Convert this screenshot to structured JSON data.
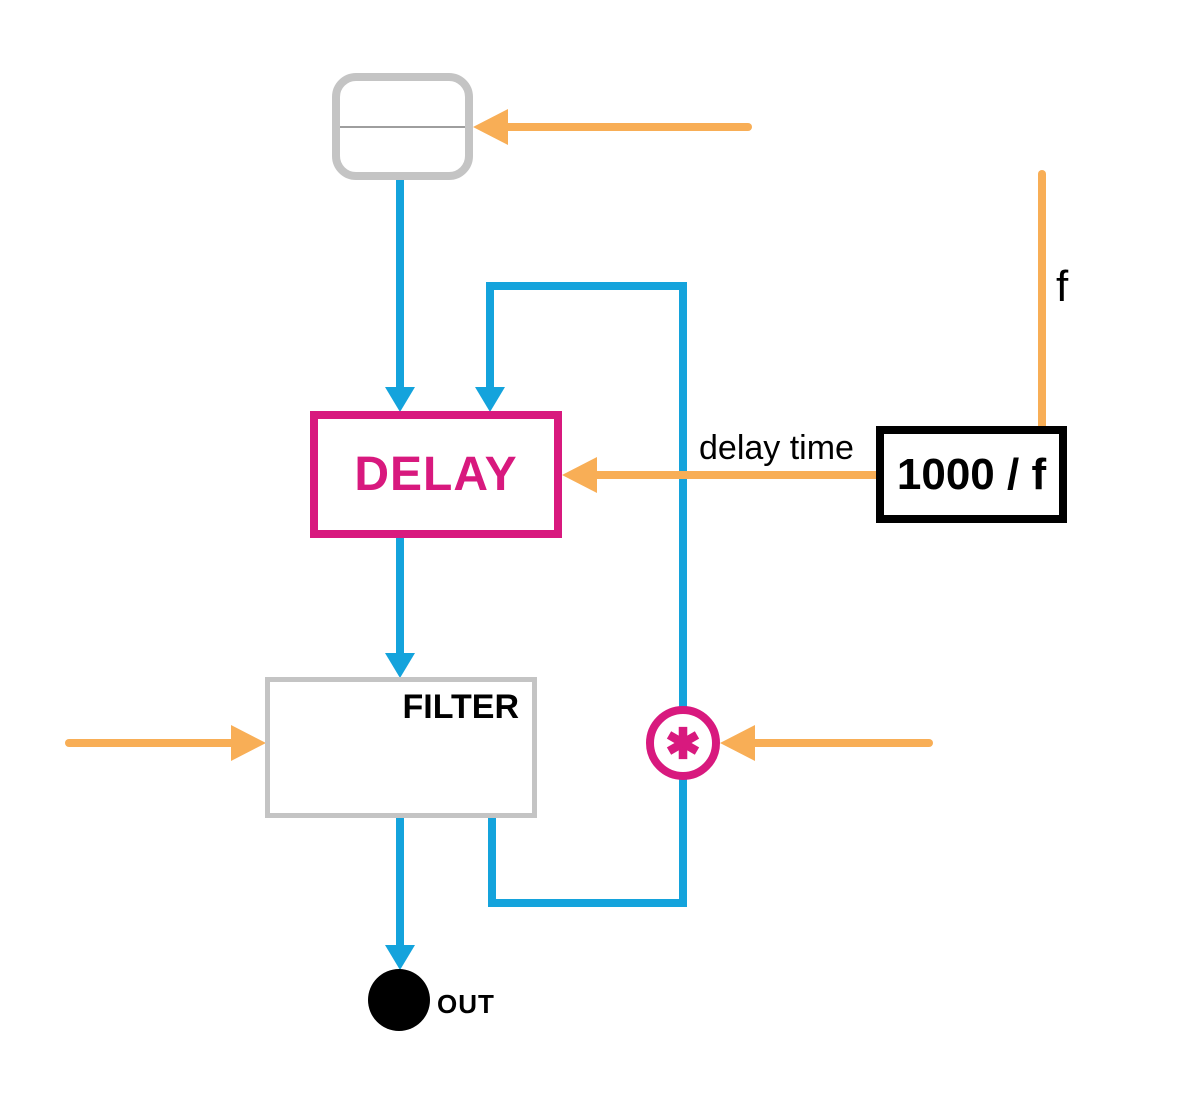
{
  "colors": {
    "signal": "#14A3DC",
    "control": "#F8AE56",
    "accent": "#D8197E",
    "block_border": "#C4C4C4",
    "divider": "#9E9E9E",
    "ink": "#000000"
  },
  "blocks": {
    "delay": {
      "label": "DELAY"
    },
    "filter": {
      "label": "FILTER"
    },
    "formula": {
      "label": "1000 / f"
    },
    "multiply": {
      "operator": "*"
    },
    "out": {
      "label": "OUT"
    }
  },
  "labels": {
    "delay_time": "delay time",
    "frequency": "f"
  }
}
